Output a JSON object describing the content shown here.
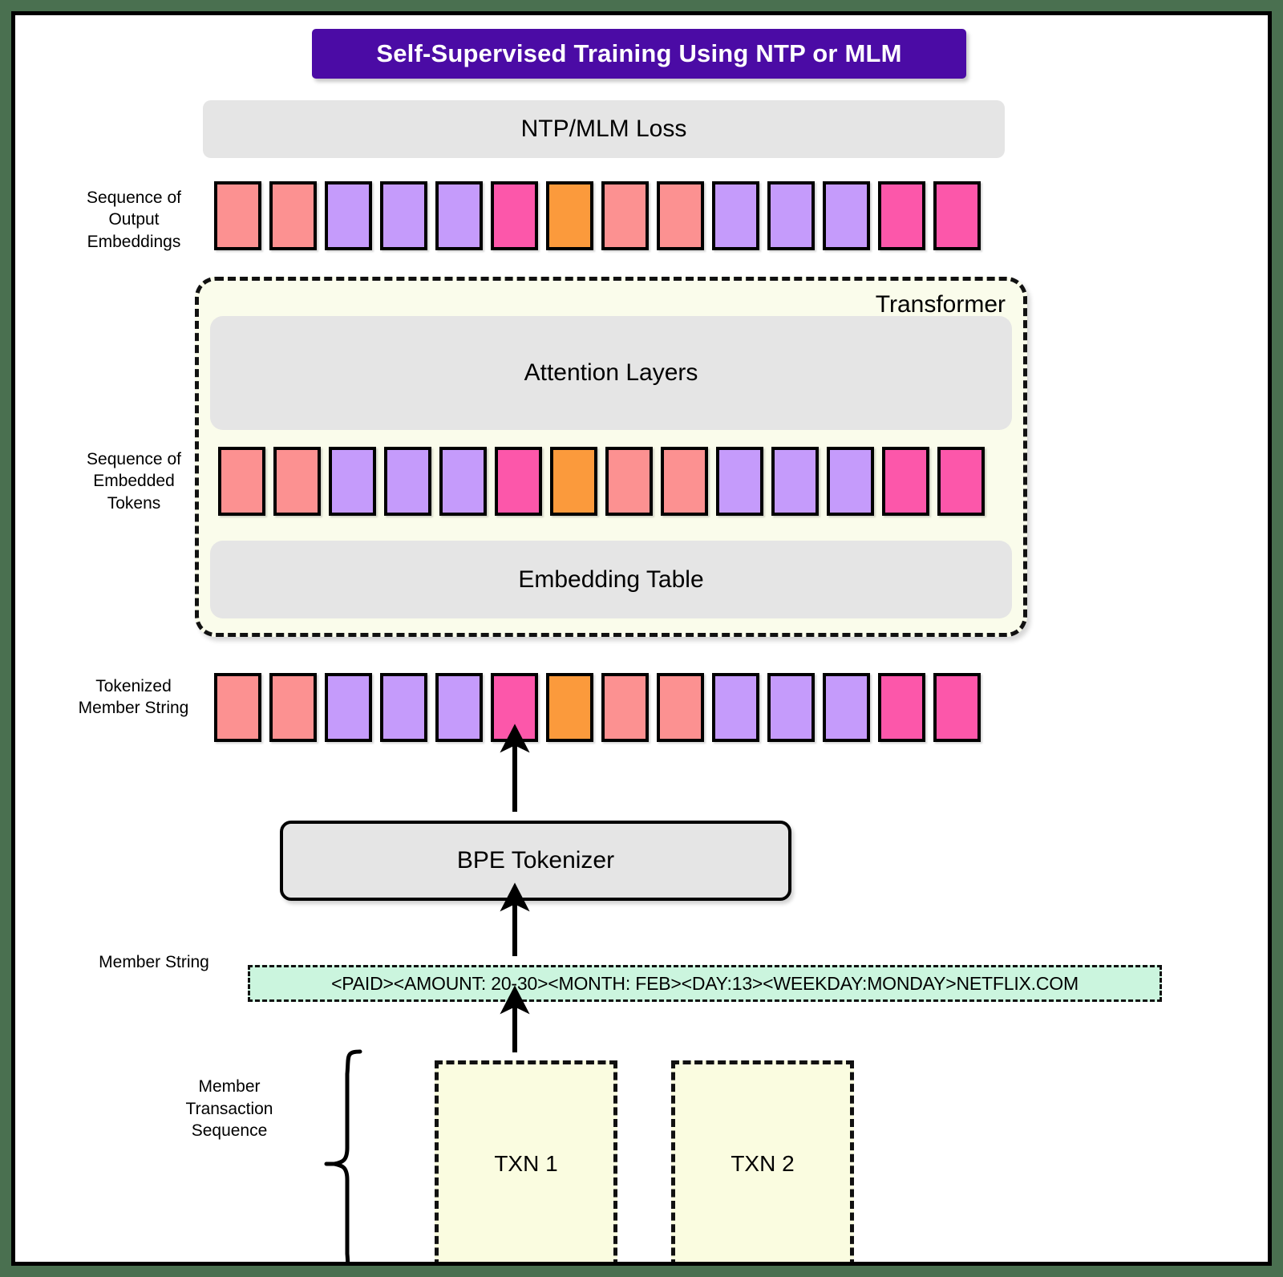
{
  "title": "Self-Supervised Training Using NTP or MLM",
  "theme": {
    "banner_bg": "#4B0BA5",
    "banner_text": "#FFFFFF",
    "panel_bg": "#E5E5E5",
    "transformer_bg": "#FAFCEB",
    "member_string_bg": "#CBF5DE",
    "txn_bg": "#FAFCE0",
    "outer_border": "#4A7050",
    "stroke": "#000000"
  },
  "panels": {
    "ntp_loss": "NTP/MLM Loss",
    "attention_layers": "Attention Layers",
    "embedding_table": "Embedding Table",
    "bpe_tokenizer": "BPE Tokenizer",
    "transformer": "Transformer"
  },
  "labels": {
    "output_embeddings": "Sequence of\nOutput\nEmbeddings",
    "embedded_tokens": "Sequence of\nEmbedded\nTokens",
    "tokenized_member_string": "Tokenized\nMember String",
    "member_string": "Member String",
    "member_transaction_sequence": "Member\nTransaction\nSequence"
  },
  "member_string_value": "<PAID><AMOUNT: 20-30><MONTH: FEB><DAY:13><WEEKDAY:MONDAY>NETFLIX.COM",
  "transactions": [
    {
      "label": "TXN 1"
    },
    {
      "label": "TXN 2"
    }
  ],
  "token_palette": {
    "salmon": "#FC9191",
    "purple": "#C59BFB",
    "pink": "#FC57AA",
    "orange": "#FB9A3C"
  },
  "token_sequence": [
    "salmon",
    "salmon",
    "purple",
    "purple",
    "purple",
    "pink",
    "orange",
    "salmon",
    "salmon",
    "purple",
    "purple",
    "purple",
    "pink",
    "pink"
  ],
  "token_rows": [
    {
      "name": "output-embeddings-row"
    },
    {
      "name": "embedded-tokens-row"
    },
    {
      "name": "tokenized-member-string-row"
    }
  ],
  "arrows": [
    {
      "name": "member-string-to-tokenizer",
      "from": "member-string-box",
      "to": "bpe-tokenizer"
    },
    {
      "name": "tokenizer-to-tokenized-row",
      "from": "bpe-tokenizer",
      "to": "tokenized-member-string-row"
    },
    {
      "name": "txn1-to-member-string",
      "from": "txn-1",
      "to": "member-string-box"
    }
  ]
}
